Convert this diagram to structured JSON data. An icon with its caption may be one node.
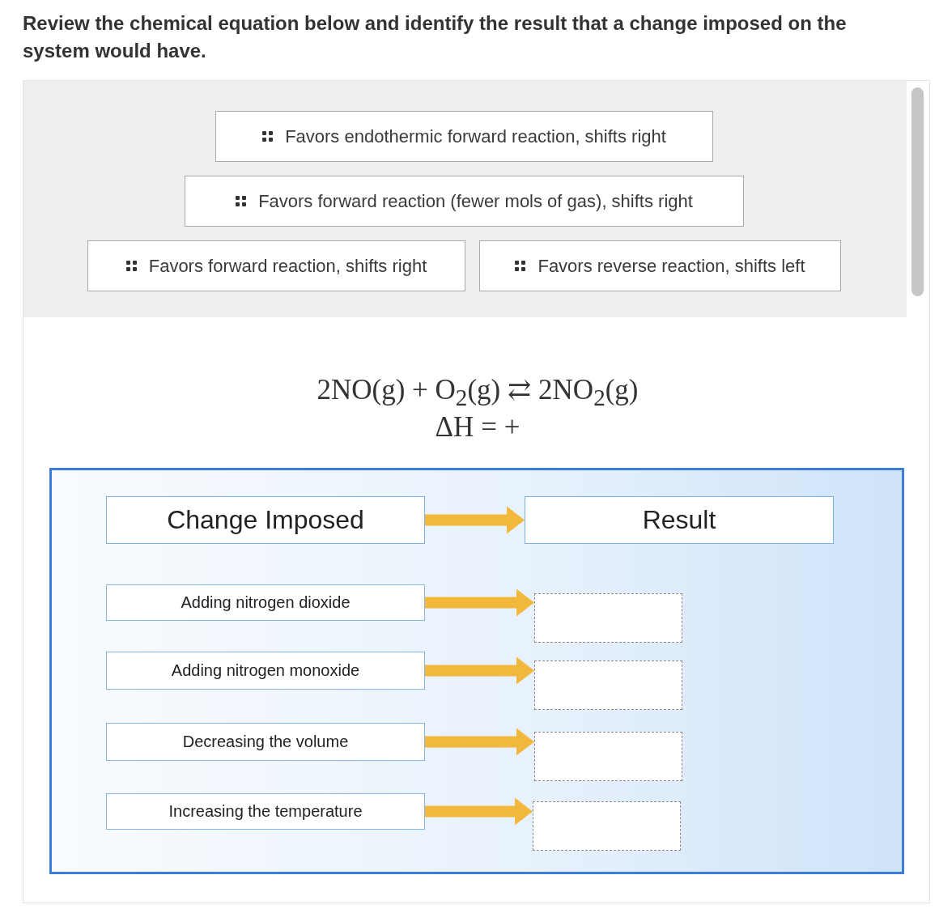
{
  "diagram": {
    "title": "Review the chemical equation below and identify the result that a change imposed on the system would have.",
    "nodes": [
      {
        "text": [],
        "shape": "box"
      },
      {
        "text": [
          "Favors endothermic forward reaction, shifts right"
        ],
        "in": 0
      },
      {
        "text": [
          "Favors forward reaction (fewer mols of gas), shifts right"
        ],
        "in": 0
      },
      {
        "text": [
          "Favors forward reaction, shifts right"
        ],
        "in": 0
      },
      {
        "text": [
          "Favors reverse reaction, shifts left"
        ],
        "in": 0
      },
      {
        "text": [],
        "shape": "box"
      },
      {
        "text": [
          "Change Imposed"
        ],
        "in": 5
      },
      {
        "text": [
          "Result"
        ],
        "in": 5
      },
      {
        "text": [
          "Adding nitrogen dioxide"
        ],
        "in": 5
      },
      {
        "text": [],
        "shape": "box",
        "in": 5
      },
      {
        "text": [
          "Adding nitrogen monoxide"
        ],
        "in": 5
      },
      {
        "text": [],
        "shape": "box",
        "in": 5
      },
      {
        "text": [
          "Decreasing the volume"
        ],
        "in": 5
      },
      {
        "text": [],
        "shape": "box",
        "in": 5
      },
      {
        "text": [
          "Increasing the temperature"
        ],
        "in": 5
      },
      {
        "text": [],
        "shape": "box",
        "in": 5
      }
    ],
    "edges": [
      {
        "from": 6,
        "to": 7,
        "arrow": "to"
      },
      {
        "from": 8,
        "to": 9,
        "arrow": "to"
      },
      {
        "from": 10,
        "to": 11,
        "arrow": "to"
      },
      {
        "from": 12,
        "to": 13,
        "arrow": "to"
      },
      {
        "from": 14,
        "to": 15,
        "arrow": "to"
      }
    ],
    "labels": [
      "2NO(g) + O$_{2}$(g) ⇄ 2NO$_{2}$(g)",
      "ΔH = +"
    ]
  }
}
